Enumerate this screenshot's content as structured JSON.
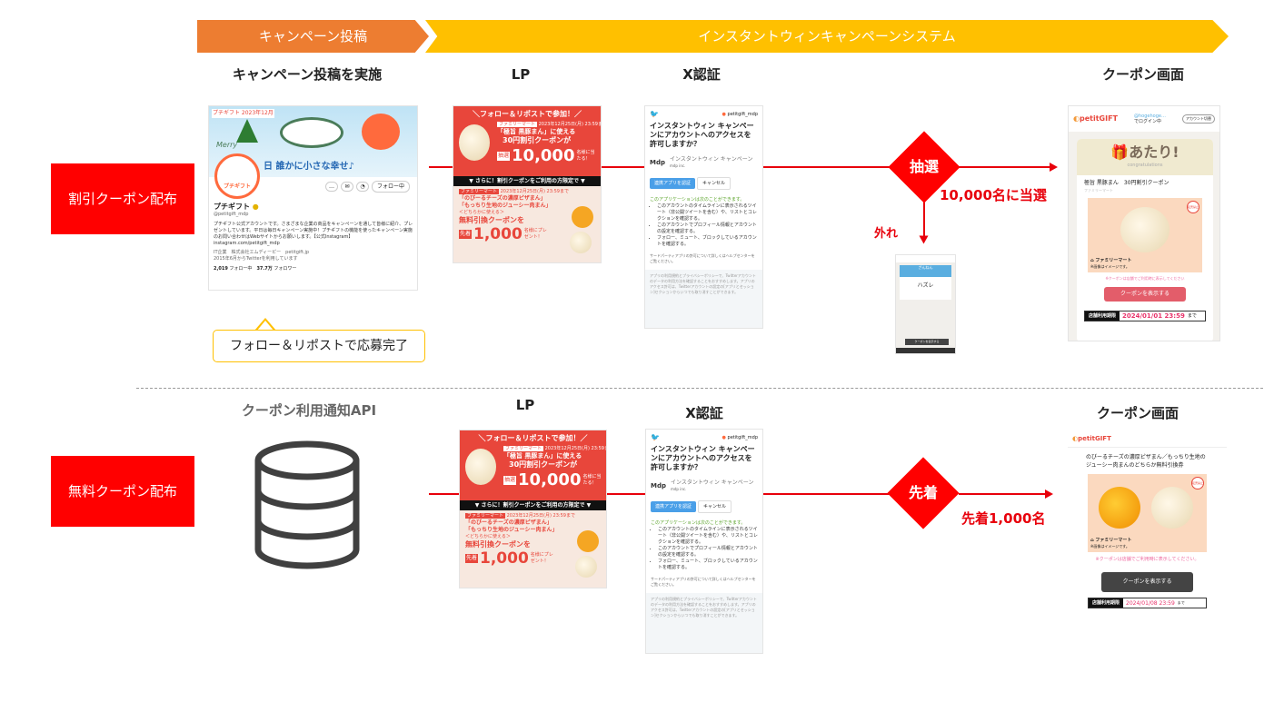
{
  "phases": {
    "post": "キャンペーン投稿",
    "system": "インスタントウィンキャンペーンシステム",
    "post_color": "#ed7d31",
    "system_color": "#ffc000"
  },
  "headers": {
    "post_action": "キャンペーン投稿を実施",
    "lp": "LP",
    "x_auth": "X認証",
    "coupon_screen": "クーポン画面",
    "api": "クーポン利用通知API"
  },
  "rows": {
    "discount": "割引クーポン配布",
    "free": "無料クーポン配布"
  },
  "bubble": "フォロー＆リポストで応募完了",
  "flow": {
    "lottery": "抽選",
    "win_label": "10,000名に当選",
    "lose_label": "外れ",
    "first_come": "先着",
    "first_label": "先着1,000名"
  },
  "accent_color": "#ff0000",
  "profile": {
    "banner_tag": "プチギフト 2023年12月",
    "banner_text": "日 誰かに小さな幸せ♪",
    "merry": "Merry",
    "avatar_text": "プチギフト",
    "follow_btn": "フォロー中",
    "name": "プチギフト",
    "handle": "@petitgift_mdp",
    "bio": "プチギフト公式アカウントです。さまざまな企業の商品をキャンペーンを通して皆様に紹介、プレゼントしています。平日は毎日キャンペーン実施中！プチギフトの機能を使ったキャンペーン実施のお問い合わせはWebサイトからお願いします。【公式Instagram】 instagram.com/petitgift_mdp",
    "meta1": "IT企業　株式会社エムディーピー　petitgift.jp",
    "meta2": "2015年6月からTwitterを利用しています",
    "following": "2,019",
    "following_label": "フォロー中",
    "followers": "37.7万",
    "followers_label": "フォロワー"
  },
  "lp": {
    "title": "＼フォロー＆リポストで参加！／",
    "store": "ファミリーマート",
    "date": "2023年12月25日(月) 23:59まで",
    "product": "「極旨 黒豚まん」に使える",
    "offer": "30円割引クーポンが",
    "lottery_tag": "抽選",
    "count1": "10,000",
    "suffix1": "名様に当たる！",
    "bar": "▼ さらに！割引クーポンをご利用の方限定で ▼",
    "p2a": "「のびーるチーズの濃厚ピザまん」",
    "p2b": "「もっちり生地のジューシー肉まん」",
    "p2c": "＜どちらかに使える＞",
    "offer2": "無料引換クーポンを",
    "first_tag": "先着",
    "count2": "1,000",
    "suffix2": "名様にプレゼント！"
  },
  "xauth": {
    "account": "petitgift_mdp",
    "title": "インスタントウィン キャンペーンにアカウントへのアクセスを許可しますか？",
    "app": "インスタントウィン キャンペーン",
    "app_sub": "mdp inc.",
    "logo": "Mdp",
    "authorize": "連携アプリを認証",
    "cancel": "キャンセル",
    "can": "このアプリケーションは次のことができます。",
    "items": [
      "このアカウントのタイムラインに表示されるツイート（非公開ツイートを含む）や、リストとコレクションを確認する。",
      "このアカウントでプロフィール情報とアカウントの設定を確認する。",
      "フォロー、ミュート、ブロックしているアカウントを確認する。"
    ],
    "help": "サードパーティアプリの許可について詳しくはヘルプセンターをご覧ください。",
    "policy": "アプリの利用規約とプライバシーポリシーで、Twitterアカウントのデータの利用方法を確認することをおすすめします。アプリのアクセス許可は、Twitterアカウントの設定の[アプリとセッション]セクションからいつでも取り消すことができます。"
  },
  "coupon1": {
    "brand": "petitGIFT",
    "login_user": "@hogehoge…",
    "login_status": "でログイン中",
    "account_btn": "アカウント切替",
    "win": "あたり!",
    "congrats": "congratulations",
    "name": "極旨 黒豚まん　30円割引クーポン",
    "store": "ファミリーマート",
    "badge": "転売禁止",
    "image_note": "※画像はイメージです。",
    "notice": "※クーポンは店舗でご利用時に表示してください",
    "button": "クーポンを表示する",
    "period_label": "店舗利用期限",
    "period": "2024/01/01 23:59",
    "until": "まで"
  },
  "lose": {
    "header": "ざんねん",
    "text": "ハズレ",
    "button": "クーポンを表示する"
  },
  "coupon2": {
    "brand": "petitGIFT",
    "name": "のびーるチーズの濃厚ピザまん／もっちり生地のジューシー肉まんのどちらか無料引換券",
    "store": "ファミリーマート",
    "badge": "転売禁止",
    "image_note": "※画像はイメージです。",
    "notice": "※クーポンは店舗でご利用時に表示してください。",
    "button": "クーポンを表示する",
    "period_label": "店舗利用期限",
    "period": "2024/01/08 23:59",
    "until": "まで"
  }
}
